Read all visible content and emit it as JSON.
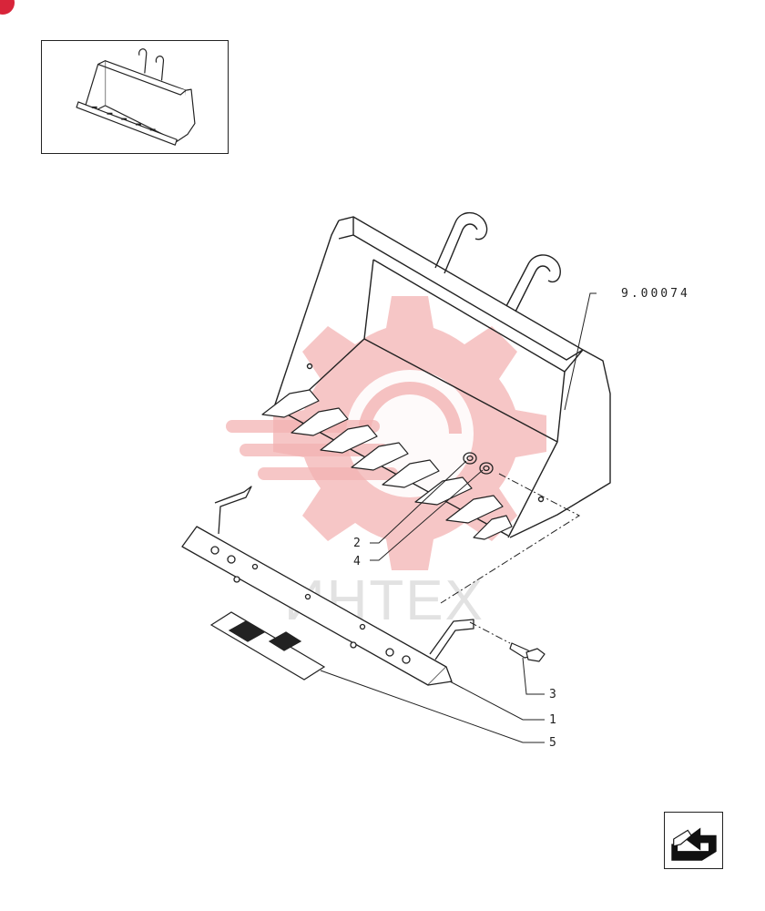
{
  "diagram": {
    "reference_code": "9.00074",
    "watermark_text": "ИНТЕХ",
    "callouts": [
      {
        "id": "callout-2",
        "label": "2"
      },
      {
        "id": "callout-4",
        "label": "4"
      },
      {
        "id": "callout-3",
        "label": "3"
      },
      {
        "id": "callout-1",
        "label": "1"
      },
      {
        "id": "callout-5",
        "label": "5"
      }
    ],
    "icons": {
      "badge": "red-circle-badge-icon",
      "thumbnail": "bucket-thumbnail-icon",
      "navigation": "return-arrow-icon"
    },
    "colors": {
      "line": "#222222",
      "watermark": "#f3b3b3",
      "badge": "#d8253a"
    }
  }
}
